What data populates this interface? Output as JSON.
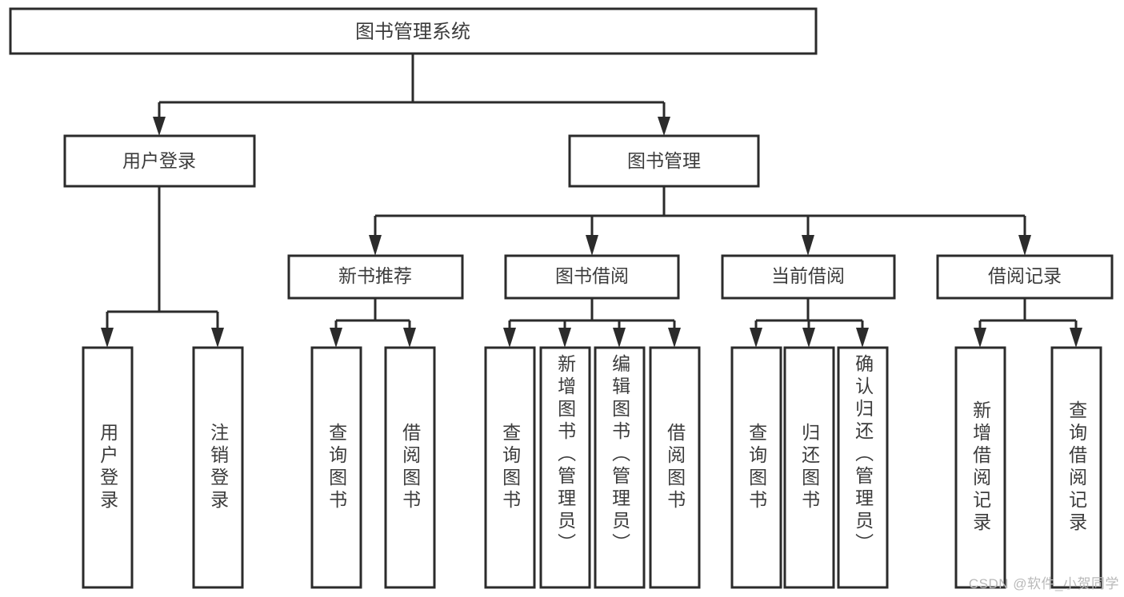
{
  "diagram": {
    "title": "图书管理系统",
    "watermark": "CSDN @软件_小贺同学",
    "colors": {
      "box_stroke": "#2b2b2b",
      "box_fill": "#ffffff",
      "text": "#3c3c3c",
      "background": "#ffffff",
      "watermark": "#b9b9b9"
    },
    "root": {
      "label": "图书管理系统"
    },
    "level2": [
      {
        "label": "用户登录"
      },
      {
        "label": "图书管理"
      }
    ],
    "level3": [
      {
        "label": "新书推荐"
      },
      {
        "label": "图书借阅"
      },
      {
        "label": "当前借阅"
      },
      {
        "label": "借阅记录"
      }
    ],
    "leaves": {
      "user_login": [
        {
          "label": "用户登录"
        },
        {
          "label": "注销登录"
        }
      ],
      "new_book_recommend": [
        {
          "label": "查询图书"
        },
        {
          "label": "借阅图书"
        }
      ],
      "book_borrow": [
        {
          "label": "查询图书"
        },
        {
          "label": "新增图书（管理员）"
        },
        {
          "label": "编辑图书（管理员）"
        },
        {
          "label": "借阅图书"
        }
      ],
      "current_borrow": [
        {
          "label": "查询图书"
        },
        {
          "label": "归还图书"
        },
        {
          "label": "确认归还（管理员）"
        }
      ],
      "borrow_record": [
        {
          "label": "新增借阅记录"
        },
        {
          "label": "查询借阅记录"
        }
      ]
    }
  }
}
